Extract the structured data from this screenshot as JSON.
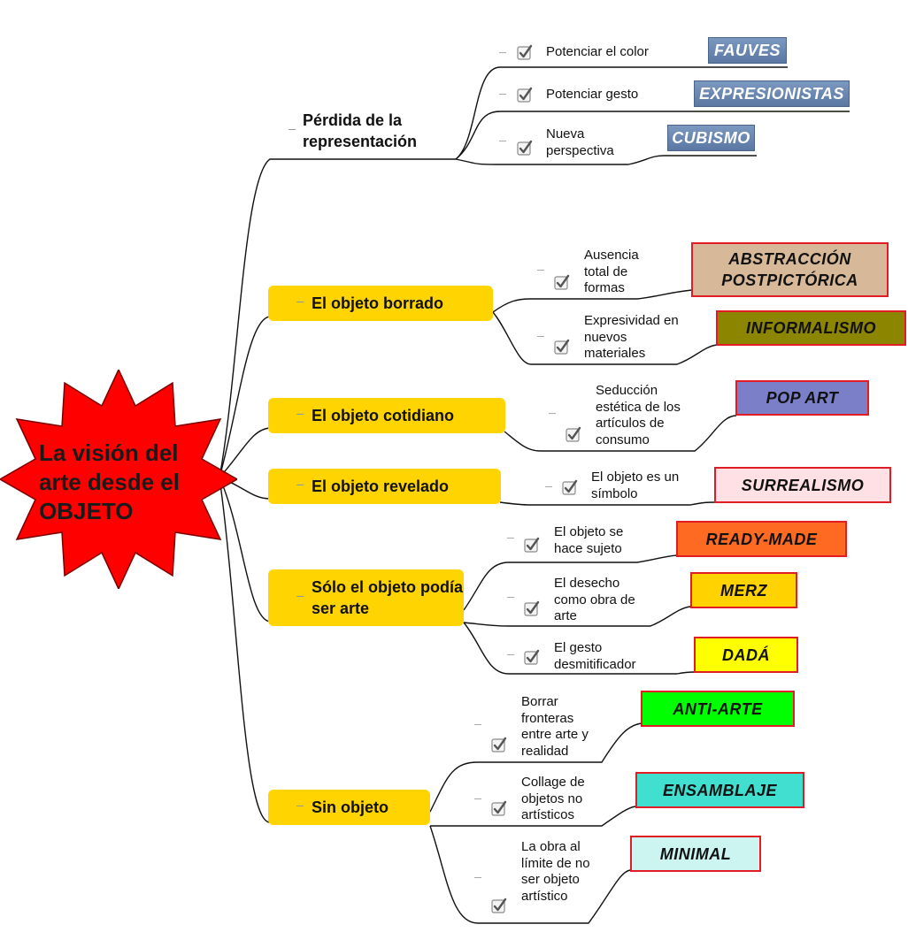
{
  "central": {
    "title": "La visión del arte desde el OBJETO",
    "color": "#ff0000"
  },
  "branches": [
    {
      "label": "Pérdida de la representación",
      "highlighted": false,
      "items": [
        {
          "text": "Potenciar el color",
          "tag": "FAUVES"
        },
        {
          "text": "Potenciar gesto",
          "tag": "EXPRESIONISTAS"
        },
        {
          "text": "Nueva perspectiva",
          "tag": "CUBISMO"
        }
      ]
    },
    {
      "label": "El objeto borrado",
      "highlighted": true,
      "items": [
        {
          "text": "Ausencia total de formas",
          "tag": "ABSTRACCIÓN POSTPICTÓRICA",
          "tag_color": "#d7b899"
        },
        {
          "text": "Expresividad en nuevos materiales",
          "tag": "INFORMALISMO",
          "tag_color": "#8c8500"
        }
      ]
    },
    {
      "label": "El objeto cotidiano",
      "highlighted": true,
      "items": [
        {
          "text": "Seducción estética de los artículos de consumo",
          "tag": "POP ART",
          "tag_color": "#7b7fc8"
        }
      ]
    },
    {
      "label": "El objeto revelado",
      "highlighted": true,
      "items": [
        {
          "text": "El objeto es un símbolo",
          "tag": "SURREALISMO",
          "tag_color": "#ffe0e4"
        }
      ]
    },
    {
      "label": "Sólo el objeto podía ser arte",
      "highlighted": true,
      "items": [
        {
          "text": "El objeto se hace sujeto",
          "tag": "READY-MADE",
          "tag_color": "#ff6a22"
        },
        {
          "text": "El desecho como obra de arte",
          "tag": "MERZ",
          "tag_color": "#ffd200"
        },
        {
          "text": "El gesto desmitificador",
          "tag": "DADÁ",
          "tag_color": "#ffff00"
        }
      ]
    },
    {
      "label": "Sin objeto",
      "highlighted": true,
      "items": [
        {
          "text": "Borrar fronteras entre arte y realidad",
          "tag": "ANTI-ARTE",
          "tag_color": "#00ff00"
        },
        {
          "text": "Collage de objetos no artísticos",
          "tag": "ENSAMBLAJE",
          "tag_color": "#40dfd0"
        },
        {
          "text": "La obra al límite de no ser objeto artístico",
          "tag": "MINIMAL",
          "tag_color": "#ccf5f2"
        }
      ]
    }
  ],
  "colors": {
    "branch_fill": "#ffd400",
    "tag_border": "#e21c24",
    "blue_tag": "#5f7ea8"
  },
  "icons": {
    "leaf_icon": "checkbox-checked-icon"
  }
}
